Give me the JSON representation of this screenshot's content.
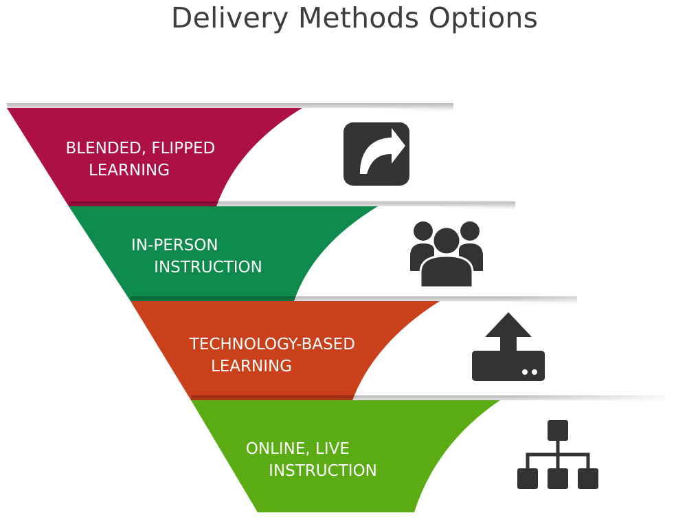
{
  "title": "Delivery Methods Options",
  "colors": {
    "text": "#3d3d3d",
    "icon": "#333333",
    "panel": "#ffffff"
  },
  "tiers": [
    {
      "label_lines": [
        "BLENDED, FLIPPED",
        "LEARNING"
      ],
      "color": "#ad0f47",
      "icon": "share-arrow-icon"
    },
    {
      "label_lines": [
        "IN-PERSON",
        "INSTRUCTION"
      ],
      "color": "#0d8a4c",
      "icon": "group-people-icon"
    },
    {
      "label_lines": [
        "TECHNOLOGY-BASED",
        "LEARNING"
      ],
      "color": "#c9401a",
      "icon": "upload-drive-icon"
    },
    {
      "label_lines": [
        "ONLINE, LIVE",
        "INSTRUCTION"
      ],
      "color": "#5aab14",
      "icon": "sitemap-icon"
    }
  ]
}
